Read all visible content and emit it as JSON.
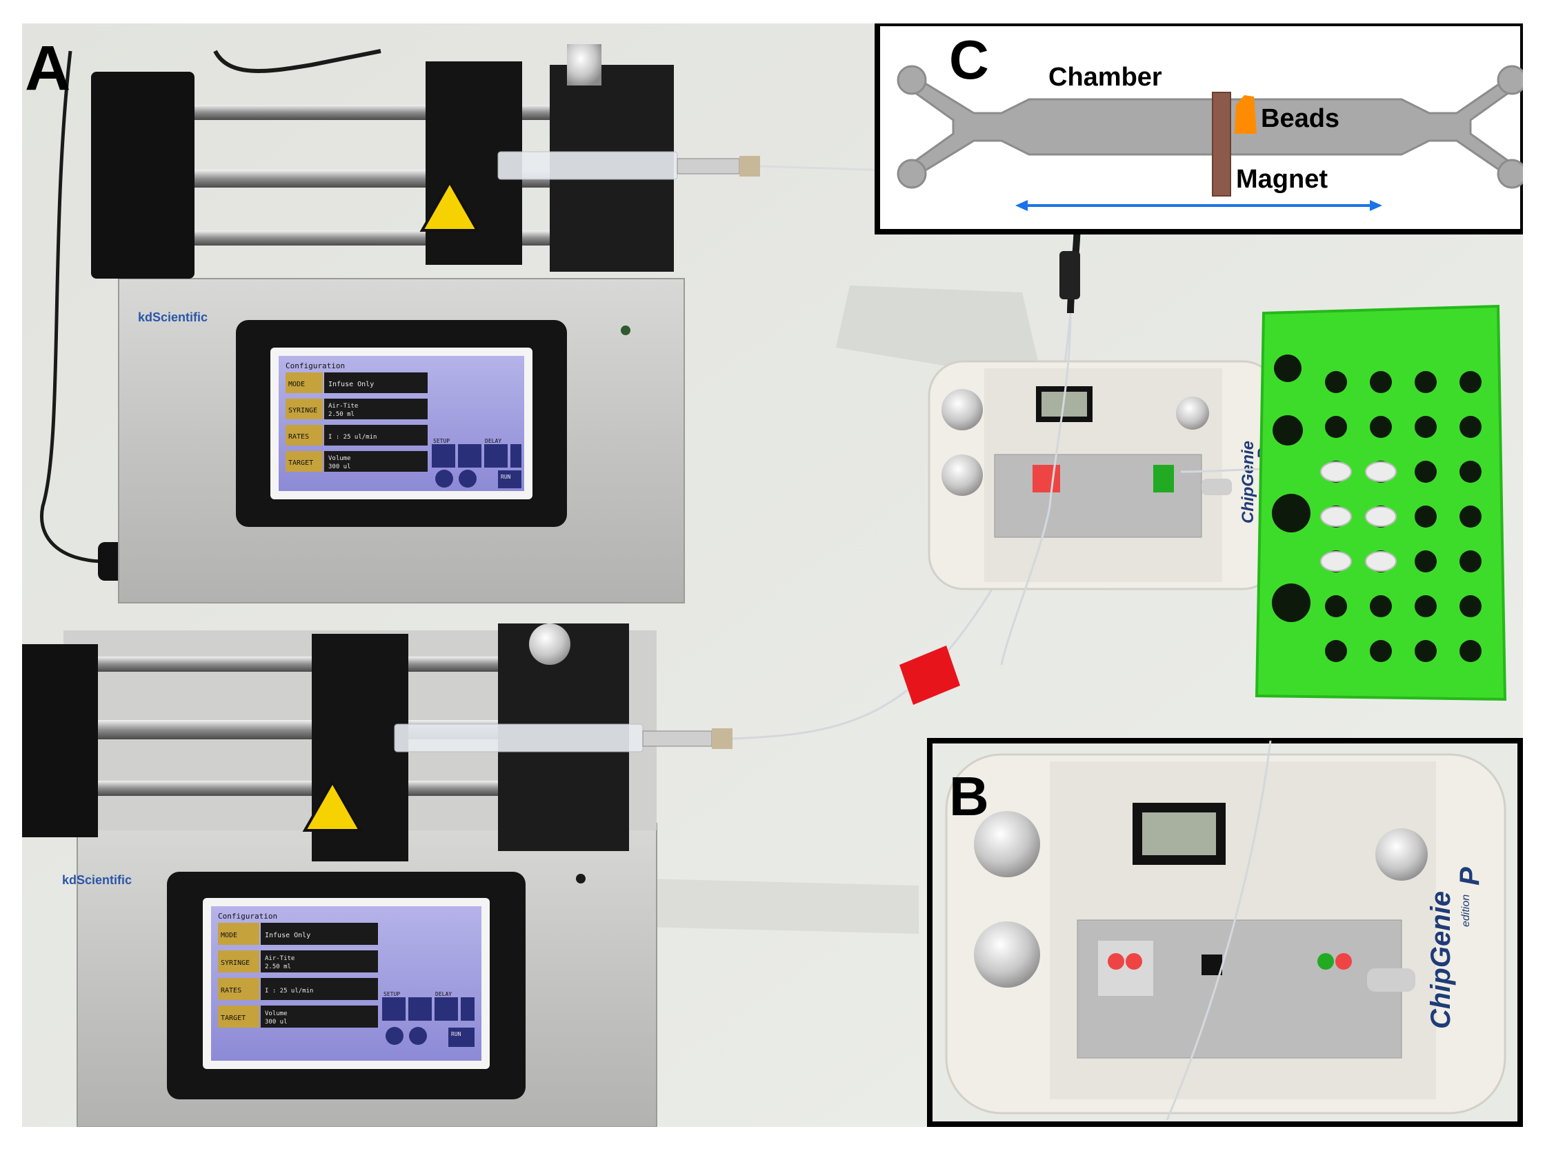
{
  "panels": {
    "a": "A",
    "b": "B",
    "c": "C"
  },
  "pump_top": {
    "brand": "kdScientific",
    "screen": {
      "title": "Configuration",
      "rows": [
        {
          "label": "MODE",
          "value": "Infuse Only"
        },
        {
          "label": "SYRINGE",
          "value": "Air-Tite",
          "value2": "2.50 ml"
        },
        {
          "label": "RATES",
          "value": "I : 25 ul/min"
        },
        {
          "label": "TARGET",
          "value": "Volume",
          "value2": "300 ul"
        }
      ],
      "buttons": {
        "setup": "SETUP",
        "delay": "DELAY",
        "run": "RUN"
      }
    }
  },
  "pump_bottom": {
    "brand": "kdScientific",
    "screen": {
      "title": "Configuration",
      "rows": [
        {
          "label": "MODE",
          "value": "Infuse Only"
        },
        {
          "label": "SYRINGE",
          "value": "Air-Tite",
          "value2": "2.50 ml"
        },
        {
          "label": "RATES",
          "value": "I : 25 ul/min"
        },
        {
          "label": "TARGET",
          "value": "Volume",
          "value2": "300 ul"
        }
      ],
      "buttons": {
        "setup": "SETUP",
        "delay": "DELAY",
        "run": "RUN"
      }
    }
  },
  "chipgenie": {
    "brand": "ChipGenie",
    "registered": "®",
    "edition": "edition",
    "edition_letter": "P"
  },
  "diagram": {
    "chamber": "Chamber",
    "beads": "Beads",
    "magnet": "Magnet",
    "colors": {
      "chip": "#a9a9a9",
      "chip_edge": "#8c8c8c",
      "beads": "#ff8c00",
      "magnet": "#8b5a4a",
      "arrow": "#1a73e8"
    }
  },
  "colors": {
    "rack": "#3ddc2a",
    "bench": "#e6e7e2",
    "pump_body": "#c9c9c9",
    "tag": "#e8141c"
  }
}
